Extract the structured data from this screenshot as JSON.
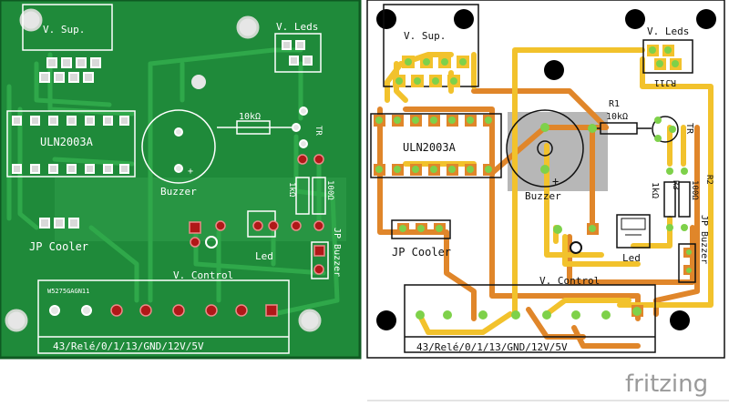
{
  "photo_board": {
    "labels": {
      "vsup": "V. Sup.",
      "vleds": "V. Leds",
      "uln": "ULN2003A",
      "r10k": "10kΩ",
      "tr": "TR",
      "buzzer": "Buzzer",
      "r1k": "1kΩ",
      "r100": "100Ω",
      "jpcooler": "JP Cooler",
      "led": "Led",
      "jpbuzzer": "JP Buzzer",
      "vcontrol": "V. Control",
      "module": "W5275GAGN11",
      "pins": "43/Relé/0/1/13/GND/12V/5V",
      "plus": "+"
    }
  },
  "pcb_view": {
    "labels": {
      "vsup": "V. Sup.",
      "vleds": "V. Leds",
      "rj11": "RJ11",
      "uln": "ULN2003A",
      "r1": "R1",
      "r10k": "10kΩ",
      "tr": "TR",
      "buzzer": "Buzzer",
      "plus": "+",
      "r1k": "1kΩ",
      "r3": "R3",
      "r100": "100Ω",
      "r2": "R2",
      "jpcooler": "JP Cooler",
      "led": "Led",
      "jpbuzzer": "JP Buzzer",
      "vcontrol": "V. Control",
      "pins": "43/Relé/0/1/13/GND/12V/5V"
    }
  },
  "branding": {
    "logo": "fritzing"
  },
  "colors": {
    "board_green": "#1f8a3a",
    "photo_trace": "#2fa84a",
    "trace_orange": "#e0862a",
    "trace_yellow": "#f2c22c",
    "pad_green": "#7ed14a",
    "pad_red": "#b01818"
  }
}
